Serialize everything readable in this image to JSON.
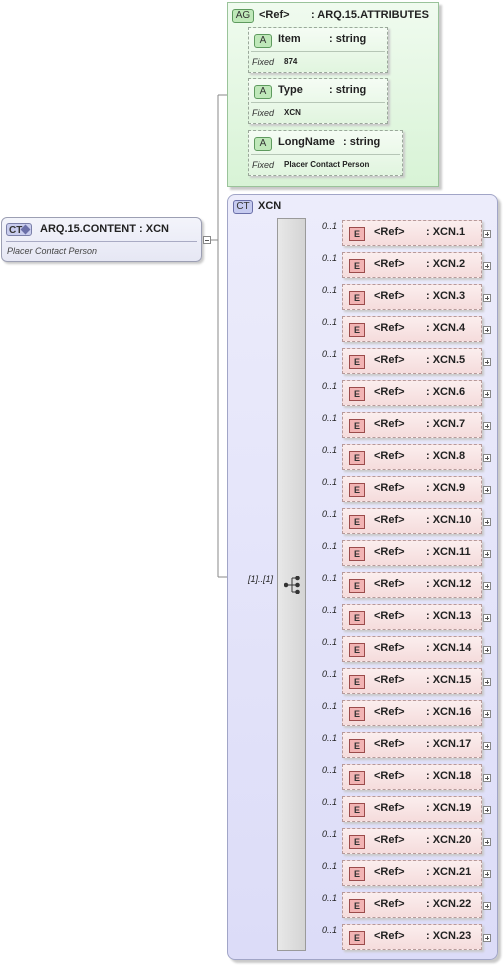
{
  "root": {
    "badge": "CT",
    "name": "ARQ.15.CONTENT : XCN",
    "documentation": "Placer Contact Person"
  },
  "attribute_group": {
    "badge": "AG",
    "ref": "<Ref>",
    "name": ": ARQ.15.ATTRIBUTES",
    "attributes": [
      {
        "badge": "A",
        "name": "Item",
        "type": ": string",
        "fixed_label": "Fixed",
        "fixed_value": "874"
      },
      {
        "badge": "A",
        "name": "Type",
        "type": ": string",
        "fixed_label": "Fixed",
        "fixed_value": "XCN"
      },
      {
        "badge": "A",
        "name": "LongName",
        "type": ": string",
        "fixed_label": "Fixed",
        "fixed_value": "Placer Contact Person"
      }
    ]
  },
  "complex_type": {
    "badge": "CT",
    "name": "XCN",
    "sequence_occurrence": "[1]..[1]",
    "elements": [
      {
        "badge": "E",
        "ref": "<Ref>",
        "name": ": XCN.1",
        "occurrence": "0..1"
      },
      {
        "badge": "E",
        "ref": "<Ref>",
        "name": ": XCN.2",
        "occurrence": "0..1"
      },
      {
        "badge": "E",
        "ref": "<Ref>",
        "name": ": XCN.3",
        "occurrence": "0..1"
      },
      {
        "badge": "E",
        "ref": "<Ref>",
        "name": ": XCN.4",
        "occurrence": "0..1"
      },
      {
        "badge": "E",
        "ref": "<Ref>",
        "name": ": XCN.5",
        "occurrence": "0..1"
      },
      {
        "badge": "E",
        "ref": "<Ref>",
        "name": ": XCN.6",
        "occurrence": "0..1"
      },
      {
        "badge": "E",
        "ref": "<Ref>",
        "name": ": XCN.7",
        "occurrence": "0..1"
      },
      {
        "badge": "E",
        "ref": "<Ref>",
        "name": ": XCN.8",
        "occurrence": "0..1"
      },
      {
        "badge": "E",
        "ref": "<Ref>",
        "name": ": XCN.9",
        "occurrence": "0..1"
      },
      {
        "badge": "E",
        "ref": "<Ref>",
        "name": ": XCN.10",
        "occurrence": "0..1"
      },
      {
        "badge": "E",
        "ref": "<Ref>",
        "name": ": XCN.11",
        "occurrence": "0..1"
      },
      {
        "badge": "E",
        "ref": "<Ref>",
        "name": ": XCN.12",
        "occurrence": "0..1"
      },
      {
        "badge": "E",
        "ref": "<Ref>",
        "name": ": XCN.13",
        "occurrence": "0..1"
      },
      {
        "badge": "E",
        "ref": "<Ref>",
        "name": ": XCN.14",
        "occurrence": "0..1"
      },
      {
        "badge": "E",
        "ref": "<Ref>",
        "name": ": XCN.15",
        "occurrence": "0..1"
      },
      {
        "badge": "E",
        "ref": "<Ref>",
        "name": ": XCN.16",
        "occurrence": "0..1"
      },
      {
        "badge": "E",
        "ref": "<Ref>",
        "name": ": XCN.17",
        "occurrence": "0..1"
      },
      {
        "badge": "E",
        "ref": "<Ref>",
        "name": ": XCN.18",
        "occurrence": "0..1"
      },
      {
        "badge": "E",
        "ref": "<Ref>",
        "name": ": XCN.19",
        "occurrence": "0..1"
      },
      {
        "badge": "E",
        "ref": "<Ref>",
        "name": ": XCN.20",
        "occurrence": "0..1"
      },
      {
        "badge": "E",
        "ref": "<Ref>",
        "name": ": XCN.21",
        "occurrence": "0..1"
      },
      {
        "badge": "E",
        "ref": "<Ref>",
        "name": ": XCN.22",
        "occurrence": "0..1"
      },
      {
        "badge": "E",
        "ref": "<Ref>",
        "name": ": XCN.23",
        "occurrence": "0..1"
      }
    ]
  },
  "colors": {
    "attribute_group_fill": "#d8f3d6",
    "complex_type_fill": "#dcdcf8",
    "element_fill": "#f5dcdc",
    "element_badge": "#f2b4b4"
  }
}
